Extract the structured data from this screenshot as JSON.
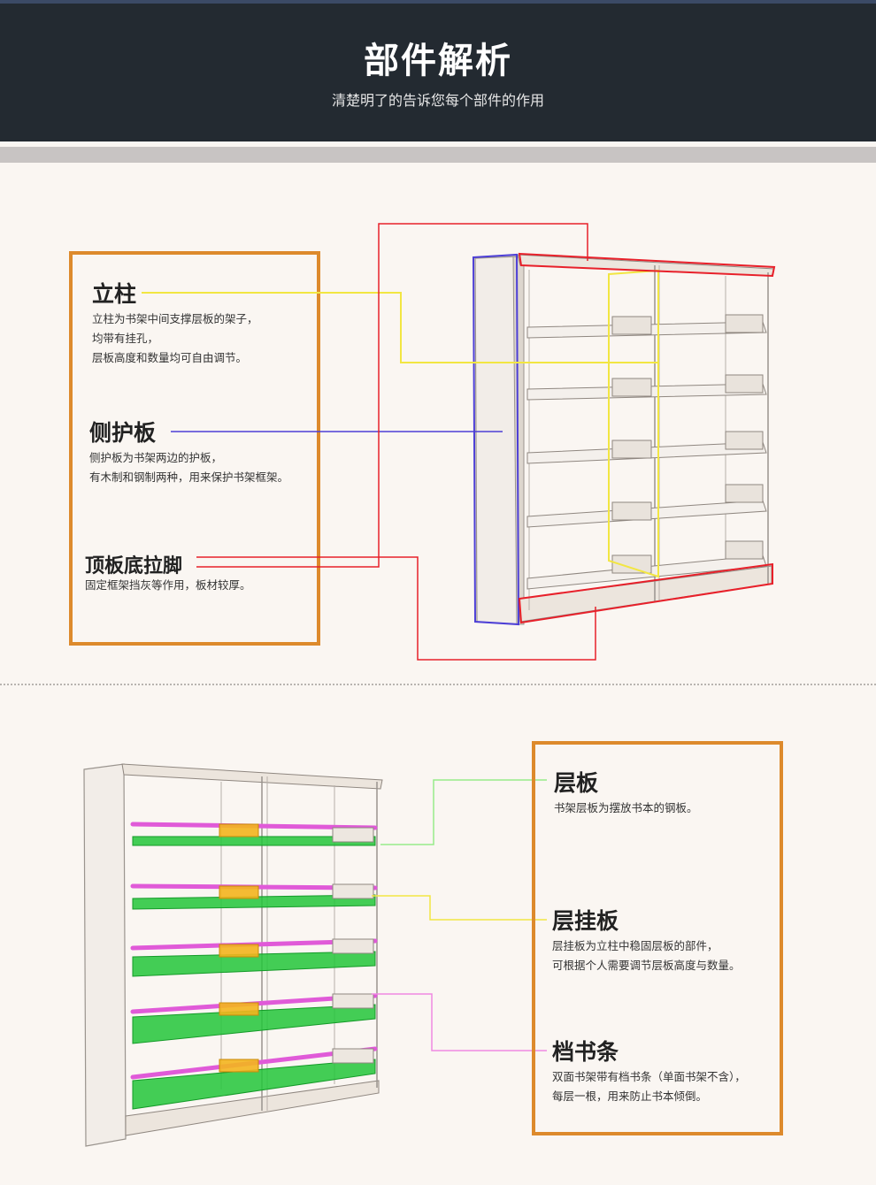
{
  "header": {
    "title": "部件解析",
    "subtitle": "清楚明了的告诉您每个部件的作用"
  },
  "section1": {
    "parts": [
      {
        "title": "立柱",
        "desc": [
          "立柱为书架中间支撑层板的架子，",
          "均带有挂孔，",
          "层板高度和数量均可自由调节。"
        ]
      },
      {
        "title": "侧护板",
        "desc": [
          "侧护板为书架两边的护板，",
          "有木制和钢制两种，用来保护书架框架。"
        ]
      },
      {
        "title": "顶板底拉脚",
        "desc": [
          "固定框架挡灰等作用，板材较厚。"
        ]
      }
    ]
  },
  "section2": {
    "parts": [
      {
        "title": "层板",
        "desc": [
          "书架层板为摆放书本的钢板。"
        ]
      },
      {
        "title": "层挂板",
        "desc": [
          "层挂板为立柱中稳固层板的部件，",
          "可根据个人需要调节层板高度与数量。"
        ]
      },
      {
        "title": "档书条",
        "desc": [
          "双面书架带有档书条（单面书架不含），",
          "每层一根，用来防止书本倾倒。"
        ]
      }
    ]
  },
  "colors": {
    "header_bg": "#232a31",
    "frame": "#dd8a2c",
    "pillar_yellow": "#f2e642",
    "side_blue": "#4d3fd6",
    "top_bottom_red": "#e8202a",
    "shelf_green": "#22c63a",
    "strip_pink": "#e05ad8"
  }
}
